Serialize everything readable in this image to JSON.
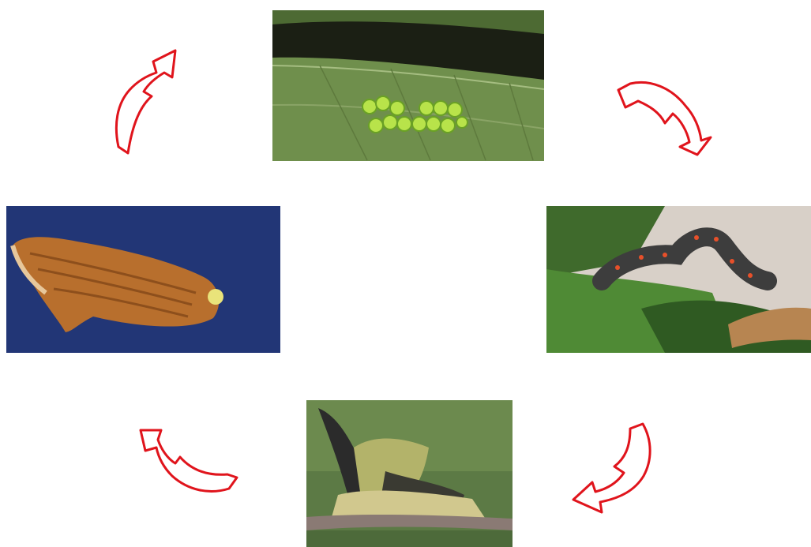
{
  "diagram": {
    "type": "life-cycle",
    "stages": [
      {
        "id": "egg",
        "icon": "egg-cluster-on-leaf"
      },
      {
        "id": "larva",
        "icon": "caterpillar-on-leaf"
      },
      {
        "id": "pupa",
        "icon": "pupa-in-dried-leaves"
      },
      {
        "id": "adult",
        "icon": "moth-on-blue-background"
      }
    ],
    "arrows": [
      {
        "from": "egg",
        "to": "larva",
        "icon": "curved-arrow-icon"
      },
      {
        "from": "larva",
        "to": "pupa",
        "icon": "curved-arrow-icon"
      },
      {
        "from": "pupa",
        "to": "adult",
        "icon": "curved-arrow-icon"
      },
      {
        "from": "adult",
        "to": "egg",
        "icon": "curved-arrow-icon"
      }
    ]
  },
  "colors": {
    "arrow_stroke": "#e0141c",
    "arrow_fill": "#ffffff",
    "background": "#ffffff"
  }
}
